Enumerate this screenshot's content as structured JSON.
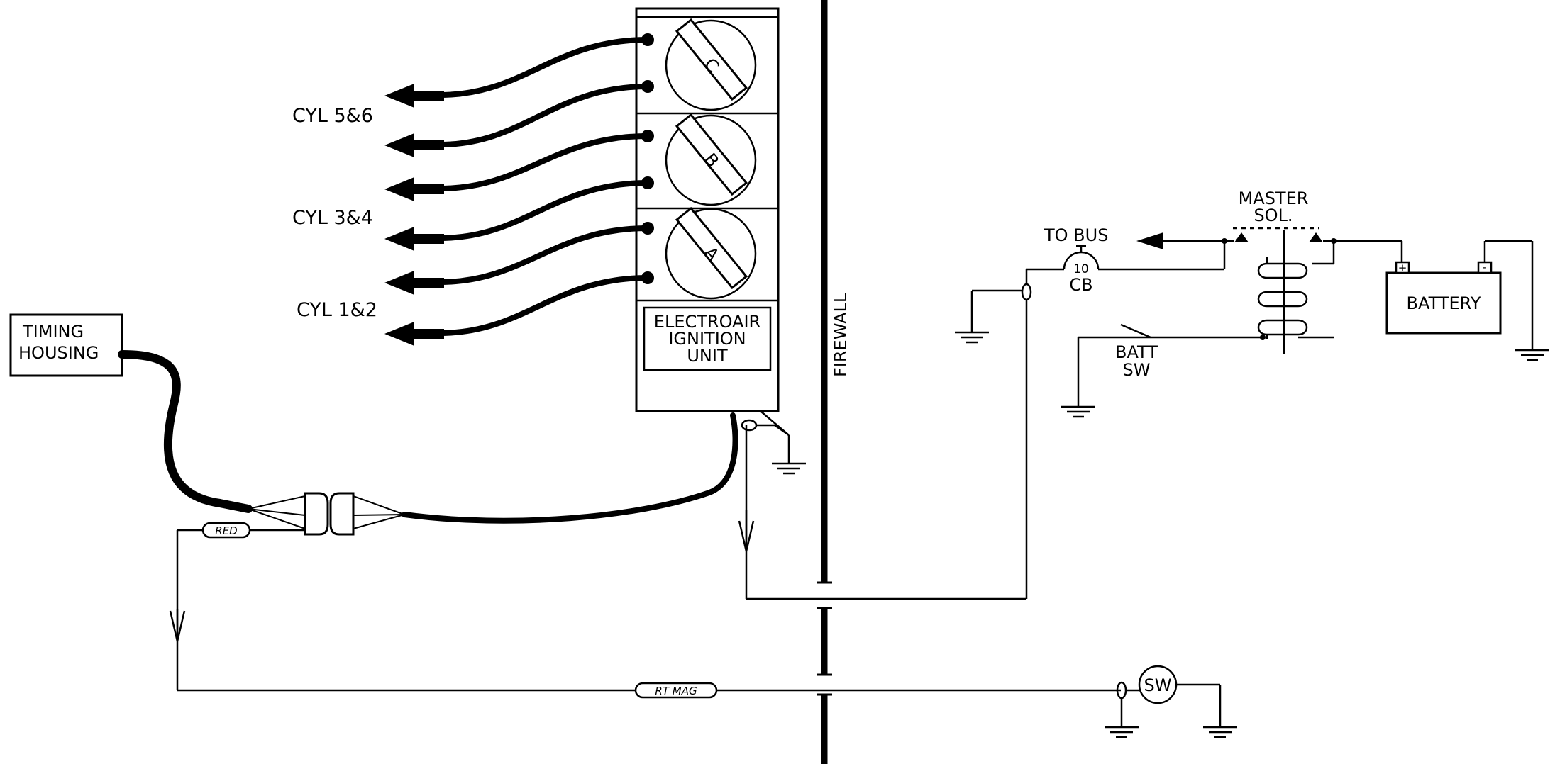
{
  "ignition_unit": {
    "label_line1": "ELECTROAIR",
    "label_line2": "IGNITION",
    "label_line3": "UNIT",
    "coils": [
      "C",
      "B",
      "A"
    ]
  },
  "cylinders": {
    "cyl_5_6": "CYL 5&6",
    "cyl_3_4": "CYL 3&4",
    "cyl_1_2": "CYL 1&2"
  },
  "timing_housing": {
    "line1": "TIMING",
    "line2": "HOUSING"
  },
  "firewall_label": "FIREWALL",
  "wire_tags": {
    "red": "RED",
    "rt_mag": "RT MAG"
  },
  "power": {
    "to_bus": "TO BUS",
    "cb_rating": "10",
    "cb_label": "CB",
    "master_sol_line1": "MASTER",
    "master_sol_line2": "SOL.",
    "battery": "BATTERY",
    "batt_sw_line1": "BATT",
    "batt_sw_line2": "SW",
    "sw": "SW",
    "battery_plus": "+",
    "battery_minus": "-"
  }
}
